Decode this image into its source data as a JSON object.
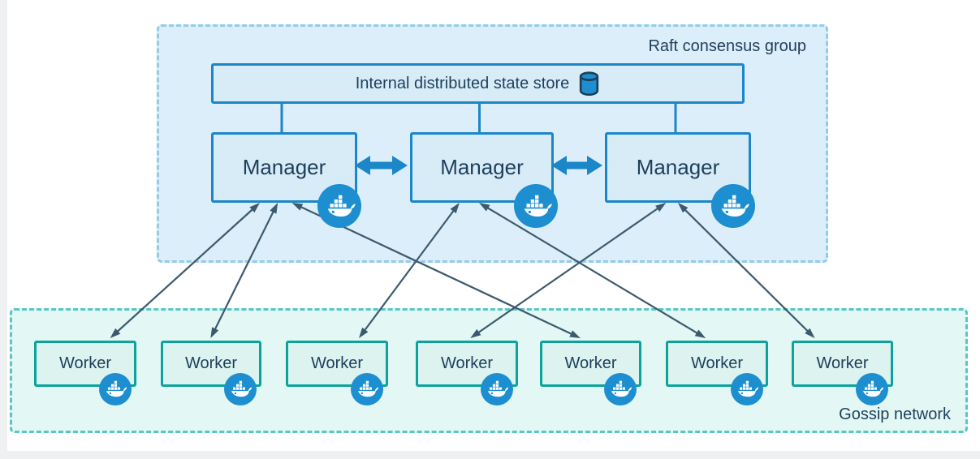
{
  "diagram": {
    "raft_group_label": "Raft consensus group",
    "state_store_label": "Internal distributed state store",
    "gossip_network_label": "Gossip network"
  },
  "managers": [
    {
      "label": "Manager"
    },
    {
      "label": "Manager"
    },
    {
      "label": "Manager"
    }
  ],
  "workers": [
    {
      "label": "Worker"
    },
    {
      "label": "Worker"
    },
    {
      "label": "Worker"
    },
    {
      "label": "Worker"
    },
    {
      "label": "Worker"
    },
    {
      "label": "Worker"
    },
    {
      "label": "Worker"
    }
  ],
  "connections": [
    {
      "manager": 0,
      "worker": 0
    },
    {
      "manager": 0,
      "worker": 1
    },
    {
      "manager": 0,
      "worker": 4
    },
    {
      "manager": 1,
      "worker": 2
    },
    {
      "manager": 1,
      "worker": 5
    },
    {
      "manager": 2,
      "worker": 3
    },
    {
      "manager": 2,
      "worker": 6
    }
  ],
  "manager_links": [
    {
      "from": 0,
      "to": 1
    },
    {
      "from": 1,
      "to": 2
    }
  ],
  "icons": {
    "badge": "docker-whale-icon",
    "store": "database-cylinder-icon"
  },
  "colors": {
    "manager-border": "#1b86c8",
    "manager-fill": "#d8ecf8",
    "raft-border": "#93cbe9",
    "raft-fill": "#dceef9",
    "worker-border": "#0ba39a",
    "worker-fill": "#dcf3f0",
    "gossip-border": "#57c7c2",
    "gossip-fill": "#e3f7f5",
    "docker-badge": "#1d8ed0",
    "arrow": "#3c5a6e",
    "thick-arrow": "#1b86c8",
    "text": "#1e3f5a"
  }
}
